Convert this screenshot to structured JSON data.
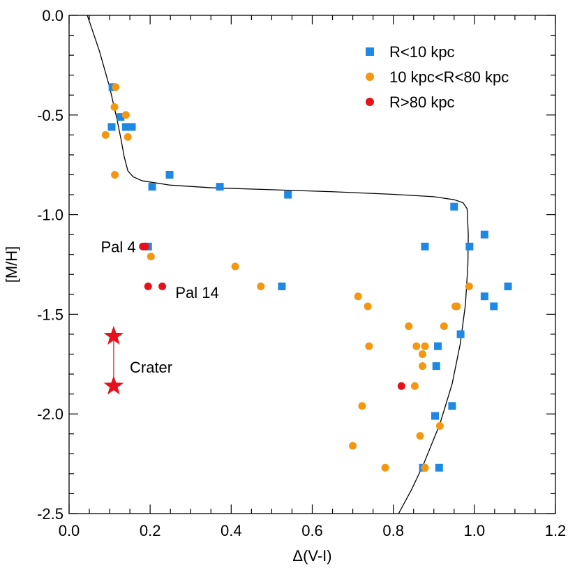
{
  "chart_data": {
    "type": "scatter",
    "xlabel": "Δ(V-I)",
    "ylabel": "[M/H]",
    "xlim": [
      0.0,
      1.2
    ],
    "ylim": [
      -2.5,
      0.0
    ],
    "x_ticks": [
      "0.0",
      "0.2",
      "0.4",
      "0.6",
      "0.8",
      "1.0",
      "1.2"
    ],
    "y_ticks": [
      "0.0",
      "-0.5",
      "-1.0",
      "-1.5",
      "-2.0",
      "-2.5"
    ],
    "grid": false,
    "legend_position": "top-right",
    "colors": {
      "blue": "#1e88e5",
      "orange": "#f4960f",
      "red": "#e8101a",
      "curve": "#000000"
    },
    "series": [
      {
        "name": "R<10 kpc",
        "marker": "square",
        "color": "#1e88e5",
        "points": [
          [
            0.107,
            -0.36
          ],
          [
            0.127,
            -0.51
          ],
          [
            0.105,
            -0.56
          ],
          [
            0.14,
            -0.56
          ],
          [
            0.155,
            -0.56
          ],
          [
            0.248,
            -0.8
          ],
          [
            0.205,
            -0.86
          ],
          [
            0.372,
            -0.86
          ],
          [
            0.54,
            -0.9
          ],
          [
            0.95,
            -0.96
          ],
          [
            0.195,
            -1.16
          ],
          [
            0.878,
            -1.16
          ],
          [
            0.988,
            -1.16
          ],
          [
            1.025,
            -1.1
          ],
          [
            0.525,
            -1.36
          ],
          [
            1.025,
            -1.41
          ],
          [
            1.083,
            -1.36
          ],
          [
            1.048,
            -1.46
          ],
          [
            0.966,
            -1.6
          ],
          [
            0.91,
            -1.66
          ],
          [
            0.906,
            -1.76
          ],
          [
            0.945,
            -1.96
          ],
          [
            0.903,
            -2.01
          ],
          [
            0.873,
            -2.27
          ],
          [
            0.913,
            -2.27
          ]
        ]
      },
      {
        "name": "10 kpc<R<80 kpc",
        "marker": "circle",
        "color": "#f4960f",
        "points": [
          [
            0.115,
            -0.36
          ],
          [
            0.112,
            -0.46
          ],
          [
            0.14,
            -0.5
          ],
          [
            0.09,
            -0.6
          ],
          [
            0.145,
            -0.61
          ],
          [
            0.113,
            -0.8
          ],
          [
            0.202,
            -1.21
          ],
          [
            0.41,
            -1.26
          ],
          [
            0.473,
            -1.36
          ],
          [
            0.713,
            -1.41
          ],
          [
            0.737,
            -1.46
          ],
          [
            0.987,
            -1.36
          ],
          [
            0.953,
            -1.46
          ],
          [
            0.957,
            -1.46
          ],
          [
            0.74,
            -1.66
          ],
          [
            0.838,
            -1.56
          ],
          [
            0.925,
            -1.56
          ],
          [
            0.857,
            -1.66
          ],
          [
            0.878,
            -1.66
          ],
          [
            0.872,
            -1.7
          ],
          [
            0.872,
            -1.76
          ],
          [
            0.853,
            -1.86
          ],
          [
            0.723,
            -1.96
          ],
          [
            0.915,
            -2.06
          ],
          [
            0.866,
            -2.11
          ],
          [
            0.7,
            -2.16
          ],
          [
            0.78,
            -2.27
          ],
          [
            0.878,
            -2.27
          ]
        ]
      },
      {
        "name": "R>80 kpc",
        "marker": "circle",
        "color": "#e8101a",
        "points": [
          [
            0.182,
            -1.16
          ],
          [
            0.188,
            -1.16
          ],
          [
            0.195,
            -1.36
          ],
          [
            0.23,
            -1.36
          ],
          [
            0.82,
            -1.86
          ]
        ]
      }
    ],
    "crater": {
      "label": "Crater",
      "x": 0.11,
      "y_values": [
        -1.61,
        -1.86
      ],
      "marker": "star",
      "color": "#e8101a"
    },
    "annotations": [
      {
        "text": "Pal 4",
        "x": 0.175,
        "y": -1.16,
        "anchor": "end"
      },
      {
        "text": "Pal 14",
        "x": 0.252,
        "y": -1.39,
        "anchor": "start"
      }
    ],
    "curve": {
      "points": [
        [
          0.045,
          0.0
        ],
        [
          0.075,
          -0.18
        ],
        [
          0.1,
          -0.36
        ],
        [
          0.118,
          -0.52
        ],
        [
          0.128,
          -0.62
        ],
        [
          0.136,
          -0.71
        ],
        [
          0.145,
          -0.78
        ],
        [
          0.158,
          -0.81
        ],
        [
          0.18,
          -0.83
        ],
        [
          0.25,
          -0.852
        ],
        [
          0.35,
          -0.865
        ],
        [
          0.5,
          -0.875
        ],
        [
          0.65,
          -0.885
        ],
        [
          0.8,
          -0.898
        ],
        [
          0.9,
          -0.91
        ],
        [
          0.95,
          -0.925
        ],
        [
          0.972,
          -0.94
        ],
        [
          0.982,
          -0.97
        ],
        [
          0.985,
          -1.1
        ],
        [
          0.984,
          -1.25
        ],
        [
          0.978,
          -1.45
        ],
        [
          0.965,
          -1.65
        ],
        [
          0.945,
          -1.85
        ],
        [
          0.915,
          -2.05
        ],
        [
          0.875,
          -2.25
        ],
        [
          0.845,
          -2.38
        ],
        [
          0.813,
          -2.5
        ]
      ]
    }
  }
}
